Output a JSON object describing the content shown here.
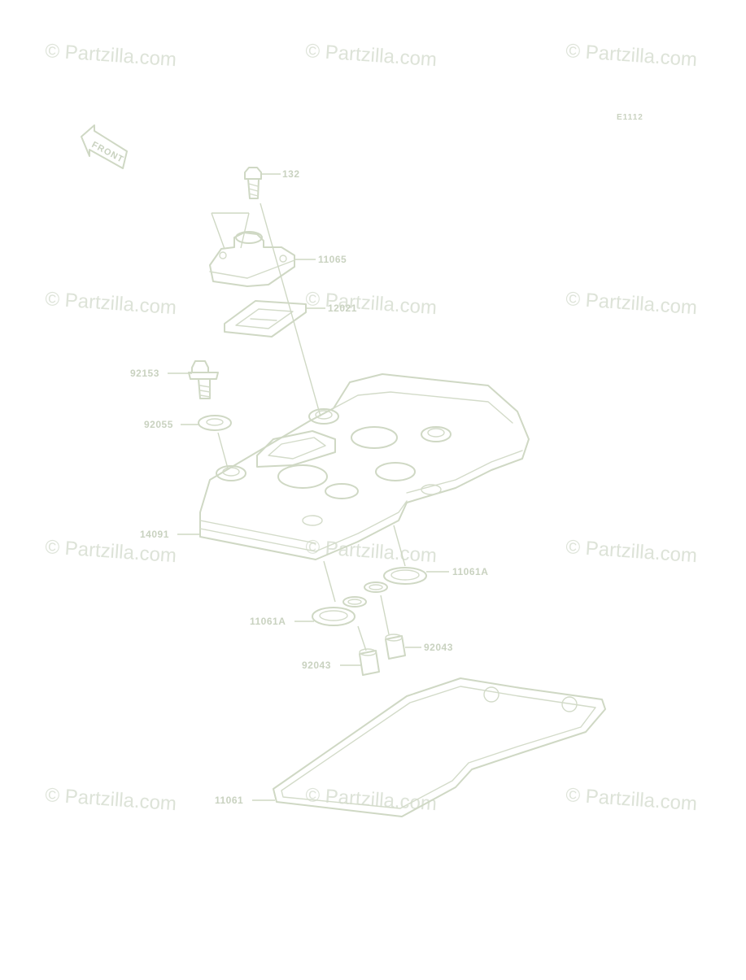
{
  "diagram": {
    "code": "E1112",
    "front_label": "FRONT",
    "watermark": "© Partzilla.com",
    "callouts": {
      "c132": "132",
      "c11065": "11065",
      "c12021": "12021",
      "c92153": "92153",
      "c92055": "92055",
      "c14091": "14091",
      "c11061a_right": "11061A",
      "c11061a_left": "11061A",
      "c92043_right": "92043",
      "c92043_left": "92043",
      "c11061": "11061"
    }
  }
}
